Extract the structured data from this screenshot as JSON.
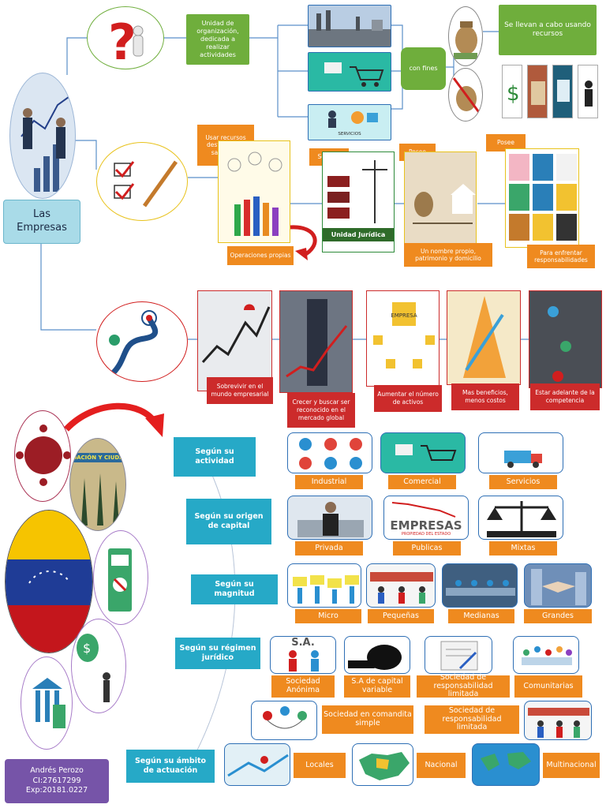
{
  "root": {
    "label": "Las Empresas"
  },
  "branch1": {
    "definition": "Unidad de organización, dedicada a realizar actividades",
    "con_fines": "con fines",
    "servicios_caption": "SERVICIOS",
    "recursos": "Se llevan a cabo usando recursos"
  },
  "branch2": {
    "usar_recursos": "Usar recursos destinados a satisfacer",
    "operaciones": "Operaciones propias",
    "ser_una": "Ser una",
    "unidad_juridica": "Unidad Jurídica",
    "posee1": "Posee",
    "nombre_propio": "Un nombre propio, patrimonio y domicilio",
    "posee2": "Posee",
    "responsabilidades": "Para enfrentar responsabilidades"
  },
  "branch3": {
    "items": [
      {
        "label": "Sobrevivir en el mundo empresarial"
      },
      {
        "label": "Crecer y buscar ser reconocido en el mercado global"
      },
      {
        "label": "Aumentar el número de activos"
      },
      {
        "label": "Mas beneficios, menos costos"
      },
      {
        "label": "Estar adelante de la competencia"
      }
    ],
    "empresa_sign": "EMPRESA"
  },
  "classification": {
    "actividad": {
      "label": "Según su actividad",
      "items": [
        "Industrial",
        "Comercial",
        "Servicios"
      ]
    },
    "origen": {
      "label": "Según su origen de capital",
      "items": [
        "Privada",
        "Publicas",
        "Mixtas"
      ],
      "empresas_logo": "EMPRESAS",
      "empresas_sub": "PROPIEDAD DEL ESTADO"
    },
    "magnitud": {
      "label": "Según su magnitud",
      "items": [
        "Micro",
        "Pequeñas",
        "Medianas",
        "Grandes"
      ]
    },
    "regimen": {
      "label": "Según su régimen jurídico",
      "row1": [
        "Sociedad Anónima",
        "S.A de capital variable",
        "Sociedad de responsabilidad limitada",
        "Comunitarias"
      ],
      "row2": [
        "Sociedad en comandita simple",
        "Sociedad de responsabilidad limitada"
      ],
      "sa_text": "S.A."
    },
    "ambito": {
      "label": "Según su ámbito de actuación",
      "items": [
        "Locales",
        "Nacional",
        "Multinacional"
      ]
    }
  },
  "left_panel": {
    "poster_title": "OACIÓN Y CIUDA"
  },
  "author": {
    "name": "Andrés Perozo",
    "ci": "CI:27617299",
    "exp": "Exp:20181.0227"
  },
  "colors": {
    "green": "#6fae3c",
    "orange": "#ef8a1f",
    "red": "#cc2b2b",
    "teal": "#26a9c7",
    "blue": "#2e6fb5",
    "author_bg": "#7654a8"
  }
}
